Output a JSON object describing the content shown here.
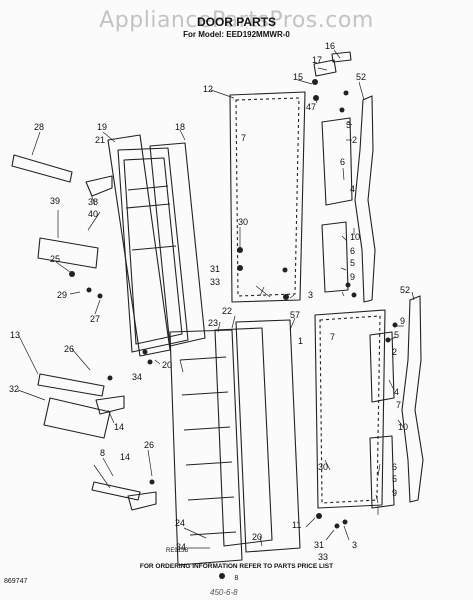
{
  "watermark": "AppliancePartsPros.com",
  "title": "DOOR PARTS",
  "model_line": "For Model: EED192MMWR-0",
  "callouts": [
    "1",
    "2",
    "3",
    "4",
    "5",
    "6",
    "7",
    "8",
    "9",
    "10",
    "11",
    "12",
    "13",
    "14",
    "15",
    "16",
    "17",
    "18",
    "19",
    "20",
    "21",
    "22",
    "23",
    "24",
    "25",
    "26",
    "27",
    "28",
    "29",
    "30",
    "31",
    "32",
    "33",
    "34",
    "38",
    "39",
    "40",
    "47",
    "52",
    "57"
  ],
  "footer": {
    "doc_number": "869747",
    "note": "FOR ORDERING INFORMATION REFER TO PARTS PRICE LIST",
    "page": "8",
    "ref_code": "RE915B",
    "handwritten_date": "450-6-8"
  }
}
